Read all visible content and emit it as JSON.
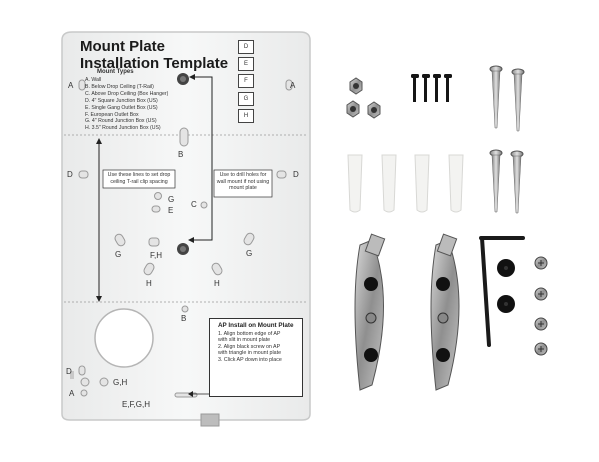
{
  "plate": {
    "title_line1": "Mount Plate",
    "title_line2": "Installation Template",
    "mount_types_title": "Mount Types",
    "mount_types": [
      "A.  Wall",
      "B.  Below Drop Ceiling (T-Rail)",
      "C.  Above Drop Ceiling (Box Hanger)",
      "D.  4\" Square Junction Box (US)",
      "E.  Single Gang Outlet Box (US)",
      "F.  European Outlet Box",
      "G.  4\" Round Junction Box (US)",
      "H.  3.5\" Round Junction Box (US)"
    ],
    "side_boxes": [
      "D",
      "E",
      "F",
      "G",
      "H"
    ],
    "note_left": "Use these lines to set drop ceiling T-rail clip spacing",
    "note_right": "Use to drill holes for wall mount if not using mount plate",
    "labels": {
      "a": "A",
      "b": "B",
      "c": "C",
      "d": "D",
      "e": "E",
      "g": "G",
      "h": "H",
      "fh": "F,H",
      "gh": "G,H",
      "efgh": "E,F,G,H"
    },
    "ap_install": {
      "title": "AP Install on Mount Plate",
      "steps": [
        "1. Align bottom edge of AP",
        "    with slit in mount plate",
        "2. Align black screw on AP",
        "    with triangle in mount plate",
        "3. Click AP down into place"
      ]
    }
  },
  "hardware_items": [
    "hex nuts",
    "black machine screws",
    "wood screws",
    "plastic wall anchors",
    "t-rail clips",
    "hex key",
    "rubber washers",
    "small screws"
  ],
  "colors": {
    "plate": "#f4f5f4",
    "metal": "#a8a8a8",
    "anchor": "#f2f2f0",
    "black": "#111111"
  }
}
